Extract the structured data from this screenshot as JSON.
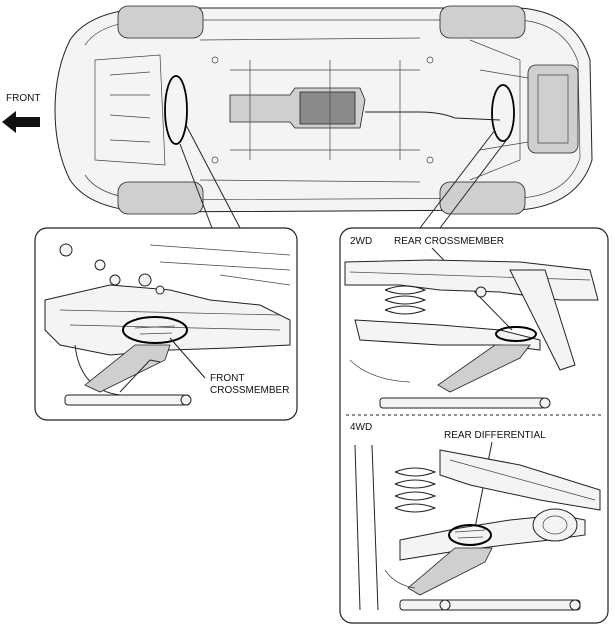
{
  "labels": {
    "front": "FRONT",
    "front_crossmember_line1": "FRONT",
    "front_crossmember_line2": "CROSSMEMBER",
    "drive_2wd": "2WD",
    "rear_crossmember": "REAR CROSSMEMBER",
    "drive_4wd": "4WD",
    "rear_differential": "REAR DIFFERENTIAL"
  },
  "icons": {
    "front_arrow": "arrow-left-icon"
  }
}
